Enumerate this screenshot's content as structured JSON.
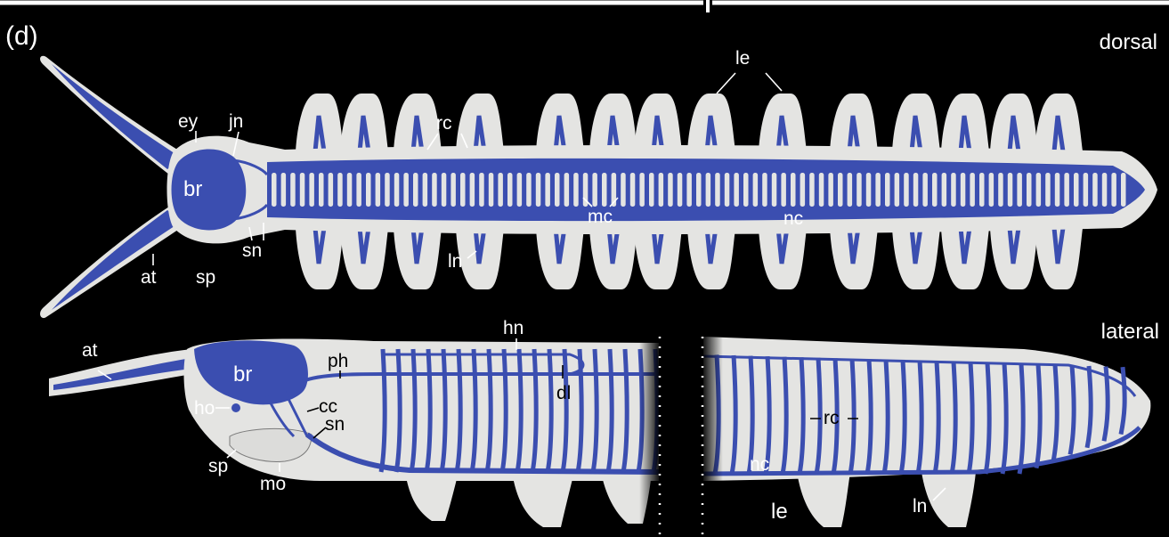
{
  "panel_label": "(d)",
  "views": {
    "dorsal": "dorsal",
    "lateral": "lateral"
  },
  "colors": {
    "background": "#000000",
    "body": "#e4e4e2",
    "nerve": "#3b4eb0",
    "label": "#ffffff"
  },
  "dorsal_labels": {
    "ey": "ey",
    "jn": "jn",
    "br": "br",
    "at": "at",
    "sp": "sp",
    "sn": "sn",
    "rc": "rc",
    "le": "le",
    "mc": "mc",
    "nc": "nc",
    "ln": "ln"
  },
  "lateral_labels": {
    "at": "at",
    "br": "br",
    "ho": "ho",
    "ph": "ph",
    "hn": "hn",
    "dl": "dl",
    "cc": "cc",
    "sn": "sn",
    "sp": "sp",
    "mo": "mo",
    "rc": "rc",
    "nc": "nc",
    "le": "le",
    "ln": "ln"
  }
}
